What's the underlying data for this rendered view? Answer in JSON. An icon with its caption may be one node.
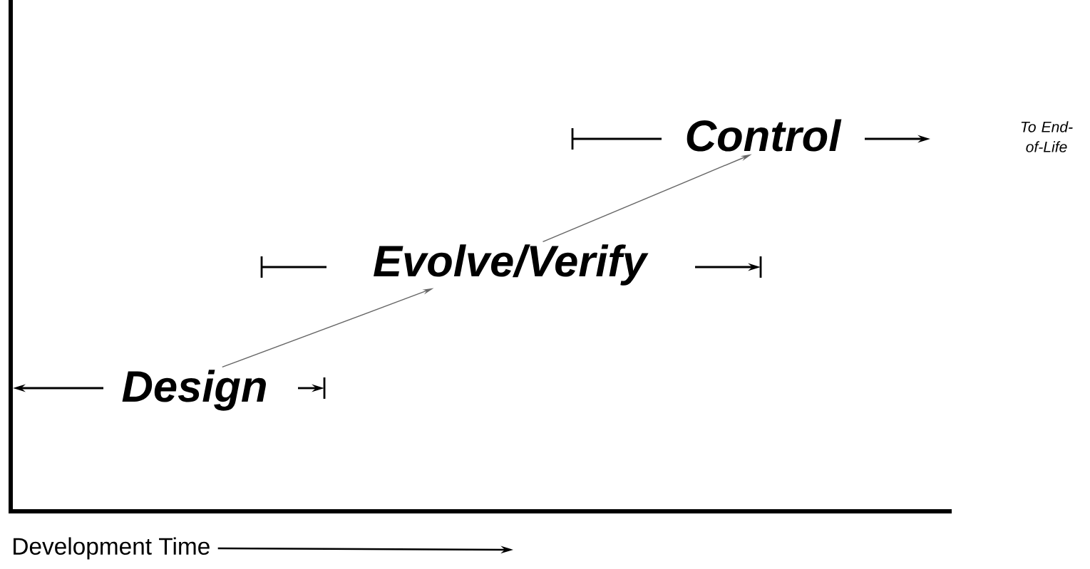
{
  "diagram": {
    "nodes": [
      {
        "text": [
          "Design"
        ]
      },
      {
        "text": [
          "Evolve/Verify"
        ]
      },
      {
        "text": [
          "Control"
        ]
      }
    ],
    "edges": [
      {
        "from": 0,
        "to": 1,
        "arrow": "to"
      },
      {
        "from": 1,
        "to": 2,
        "arrow": "to"
      }
    ],
    "labels": [
      "To End-of-Life",
      "Development Time"
    ]
  }
}
